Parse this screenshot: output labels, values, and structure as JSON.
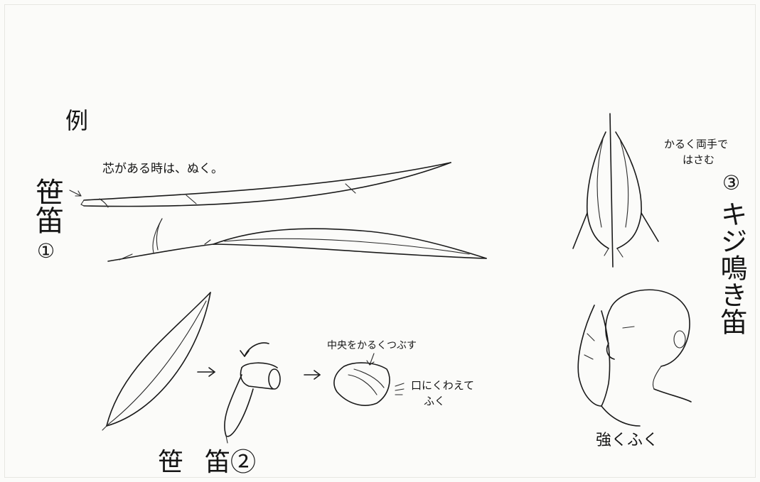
{
  "heading": "例",
  "sasabue1": {
    "title": "笹笛",
    "num": "①",
    "note": "芯がある時は、ぬく。"
  },
  "sasabue2": {
    "title_left": "笹",
    "title_right": "笛②",
    "squash_note": "中央をかるくつぶす",
    "blow_note_1": "口にくわえて",
    "blow_note_2": "ふく"
  },
  "kiji": {
    "num": "③",
    "title": "キジ鳴き笛",
    "hands_note_1": "かるく両手で",
    "hands_note_2": "はさむ",
    "blow_note": "強くふく"
  },
  "icons": [
    "arrow-icon",
    "curved-arrow-icon"
  ]
}
